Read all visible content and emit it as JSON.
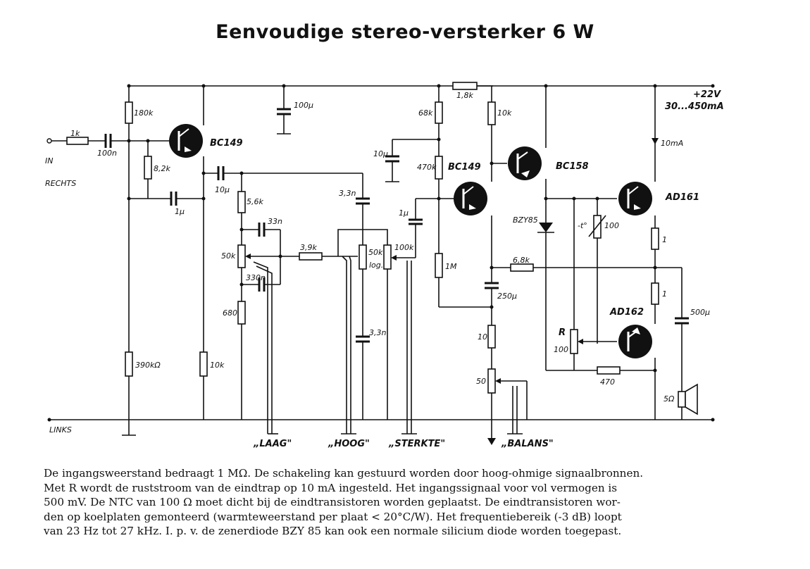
{
  "title": "Eenvoudige stereo-versterker  6 W",
  "labels": {
    "in": "IN",
    "rechts": "RECHTS",
    "links": "LINKS",
    "supply_v": "+22V",
    "supply_i": "30...450mA",
    "laag": "„LAAG\"",
    "hoog": "„HOOG\"",
    "sterkte": "„STERKTE\"",
    "balans": "„BALANS\"",
    "ten_ma": "10mA",
    "ntc": "-t°",
    "log": "log.",
    "r_label": "R"
  },
  "transistors": {
    "q1": "BC149",
    "q2": "BC149",
    "q3": "BC158",
    "q4": "AD161",
    "q5": "AD162"
  },
  "diode": "BZY85",
  "components": {
    "r_in": "1k",
    "c_in": "100n",
    "r180k": "180k",
    "r82k": "8,2k",
    "c1u": "1µ",
    "r390k": "390kΩ",
    "r10k_a": "10k",
    "c100u": "100µ",
    "c10u_a": "10µ",
    "r56k": "5,6k",
    "c33n_a": "33n",
    "p50k_a": "50k",
    "c330n": "330n",
    "r680": "680",
    "r39k": "3,9k",
    "c33n_b": "3,3n",
    "p50k_b": "50k",
    "p100k": "100k",
    "c33n_c": "3,3n",
    "r18k": "1,8k",
    "r68k_a": "68k",
    "c10u_b": "10µ",
    "r470k": "470k",
    "c1u_b": "1µ",
    "r1m": "1M",
    "r10k_b": "10k",
    "r68k_b": "6,8k",
    "c250u": "250µ",
    "r10": "10",
    "p50": "50",
    "ntc100": "100",
    "r1_a": "1",
    "r1_b": "1",
    "c500u": "500µ",
    "p100": "100",
    "r470": "470",
    "spk": "5Ω"
  },
  "caption_lines": [
    "De ingangsweerstand bedraagt 1 MΩ. De schakeling kan gestuurd worden door hoog-ohmige signaalbronnen.",
    "Met R wordt de ruststroom van de eindtrap op 10 mA ingesteld. Het ingangssignaal voor vol vermogen is",
    "500 mV. De NTC van 100 Ω moet dicht bij de eindtransistoren worden geplaatst. De eindtransistoren wor-",
    "den op koelplaten gemonteerd (warmteweerstand per plaat < 20°C/W). Het frequentiebereik (-3 dB) loopt",
    "van 23 Hz tot 27 kHz. I. p. v. de zenerdiode BZY 85 kan ook een normale silicium diode worden toegepast."
  ]
}
